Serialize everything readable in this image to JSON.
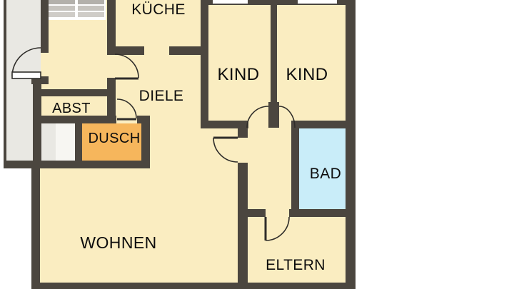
{
  "floorplan": {
    "title": "apartment-floorplan",
    "rooms": [
      {
        "id": "kueche",
        "label": "KÜCHE"
      },
      {
        "id": "kind-1",
        "label": "KIND"
      },
      {
        "id": "kind-2",
        "label": "KIND"
      },
      {
        "id": "diele",
        "label": "DIELE"
      },
      {
        "id": "abst",
        "label": "ABST"
      },
      {
        "id": "dusch",
        "label": "DUSCH"
      },
      {
        "id": "bad",
        "label": "BAD"
      },
      {
        "id": "wohnen",
        "label": "WOHNEN"
      },
      {
        "id": "eltern",
        "label": "ELTERN"
      }
    ],
    "colors": {
      "wall": "#4b463f",
      "floor": "#faedc1",
      "dusch_floor": "#f6b65c",
      "bad_floor": "#c9edf9",
      "stair_corridor": "#e9e8e3",
      "shaft": "#f7f6f2",
      "stair_tread_dark": "#b3b0ab",
      "stair_tread": "#c6c3be",
      "stair_tread_light": "#cfccc7",
      "outside": "#ffffff",
      "door_line": "#2f2d2a",
      "text": "#0d0d0d"
    }
  }
}
